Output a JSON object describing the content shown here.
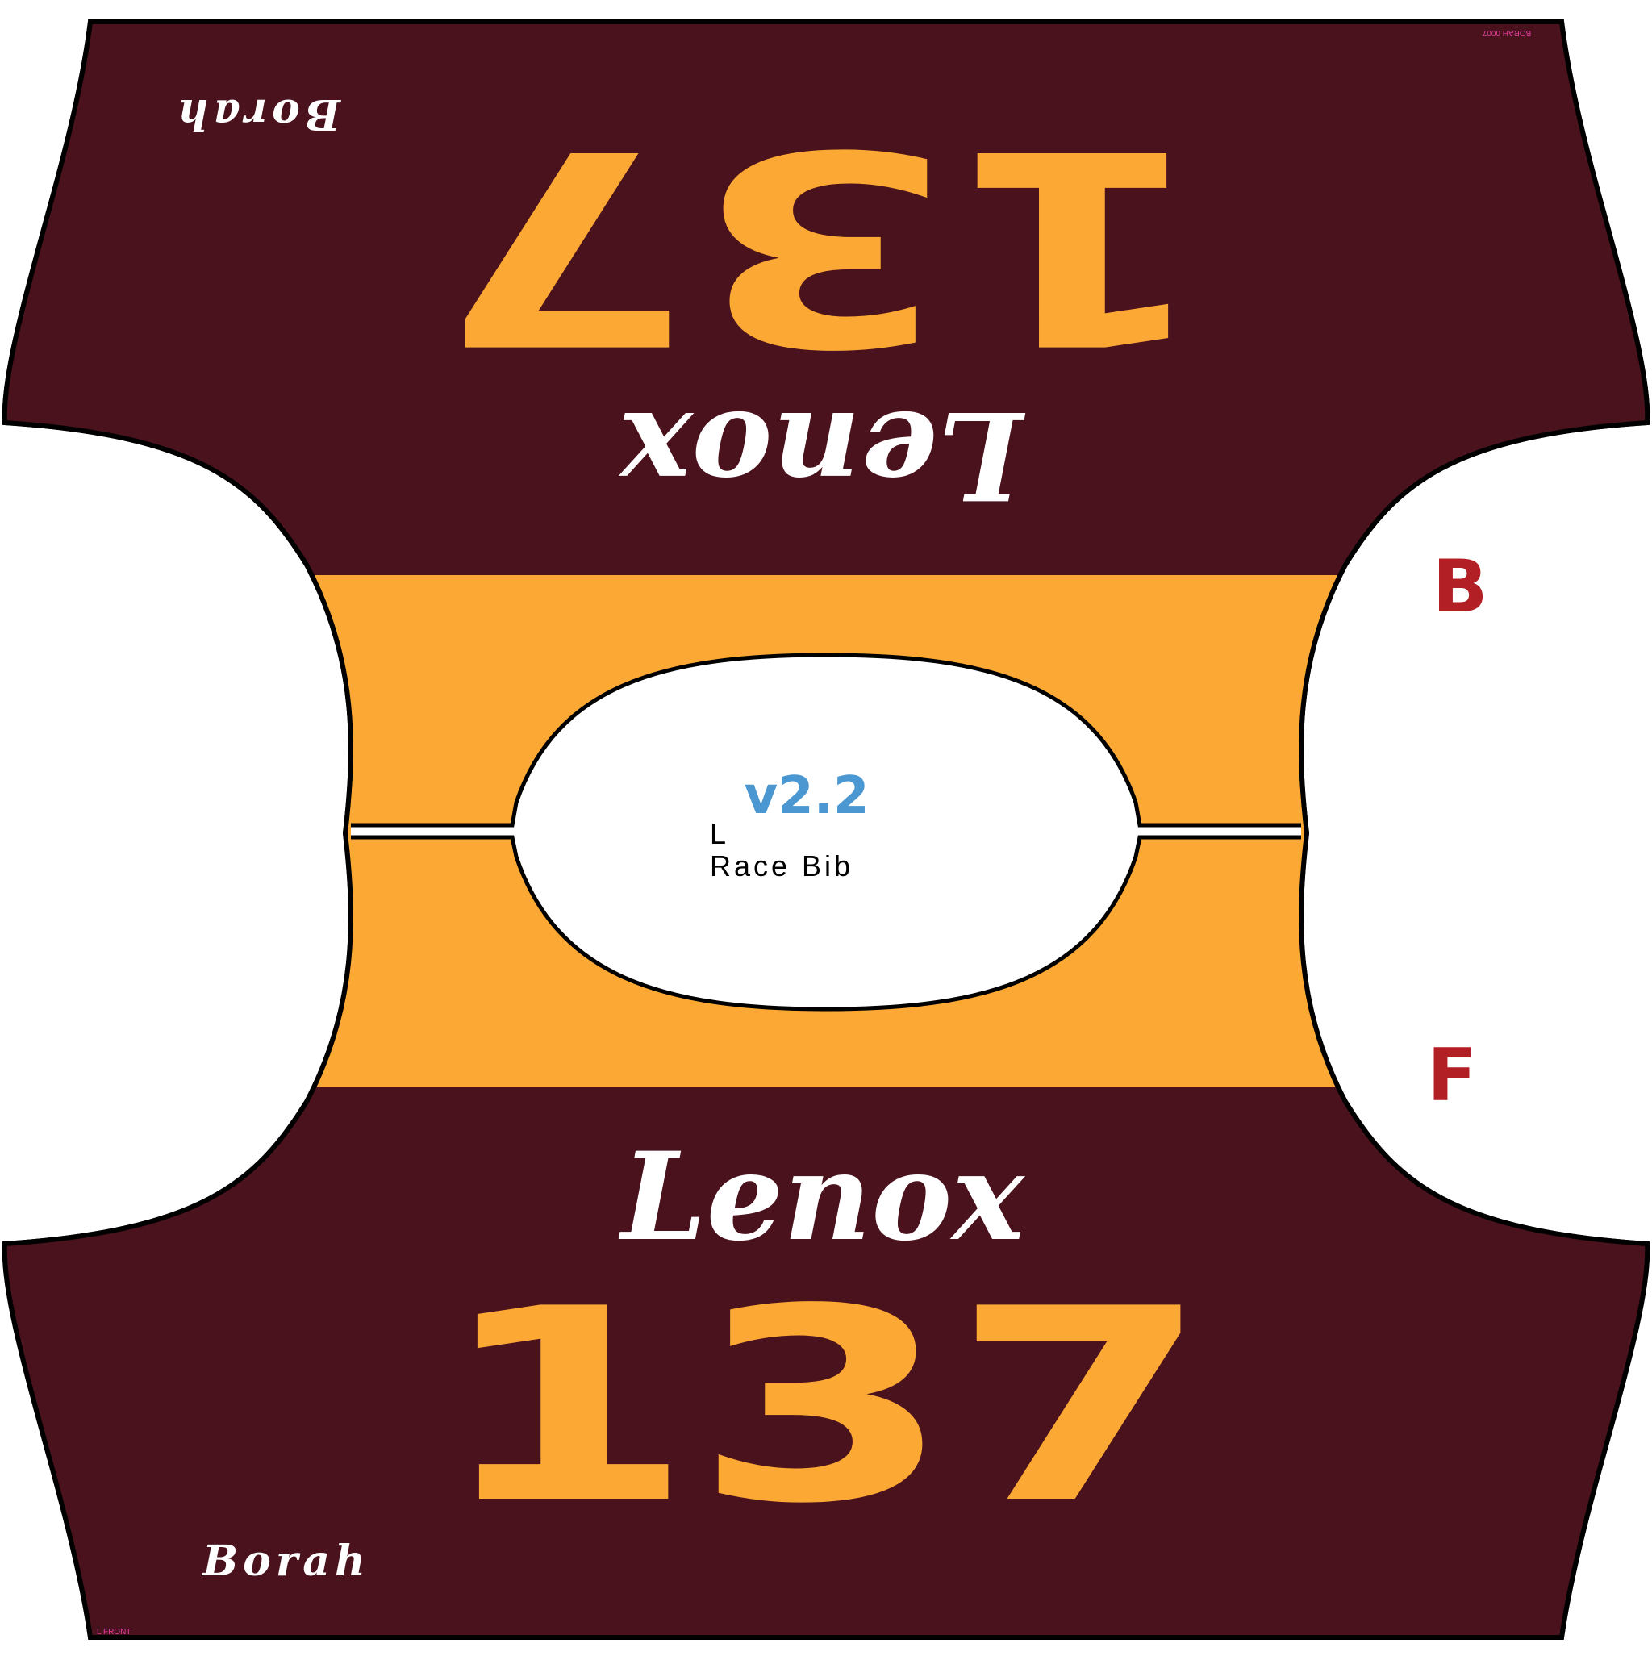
{
  "bib": {
    "number": "137",
    "name": "Lenox",
    "brand": "Borah",
    "version": "v2.2",
    "size": "L",
    "product": "Race Bib",
    "back_marker": "B",
    "front_marker": "F",
    "top_tiny_note": "BORAH 0007",
    "bottom_tiny_note": "L FRONT"
  },
  "colors": {
    "maroon": "#4A121C",
    "orange": "#FCA834",
    "white": "#FFFFFF",
    "marker_red": "#B22025",
    "version_blue": "#4A97D1",
    "outline": "#000000",
    "tiny_note": "#E040A0"
  }
}
